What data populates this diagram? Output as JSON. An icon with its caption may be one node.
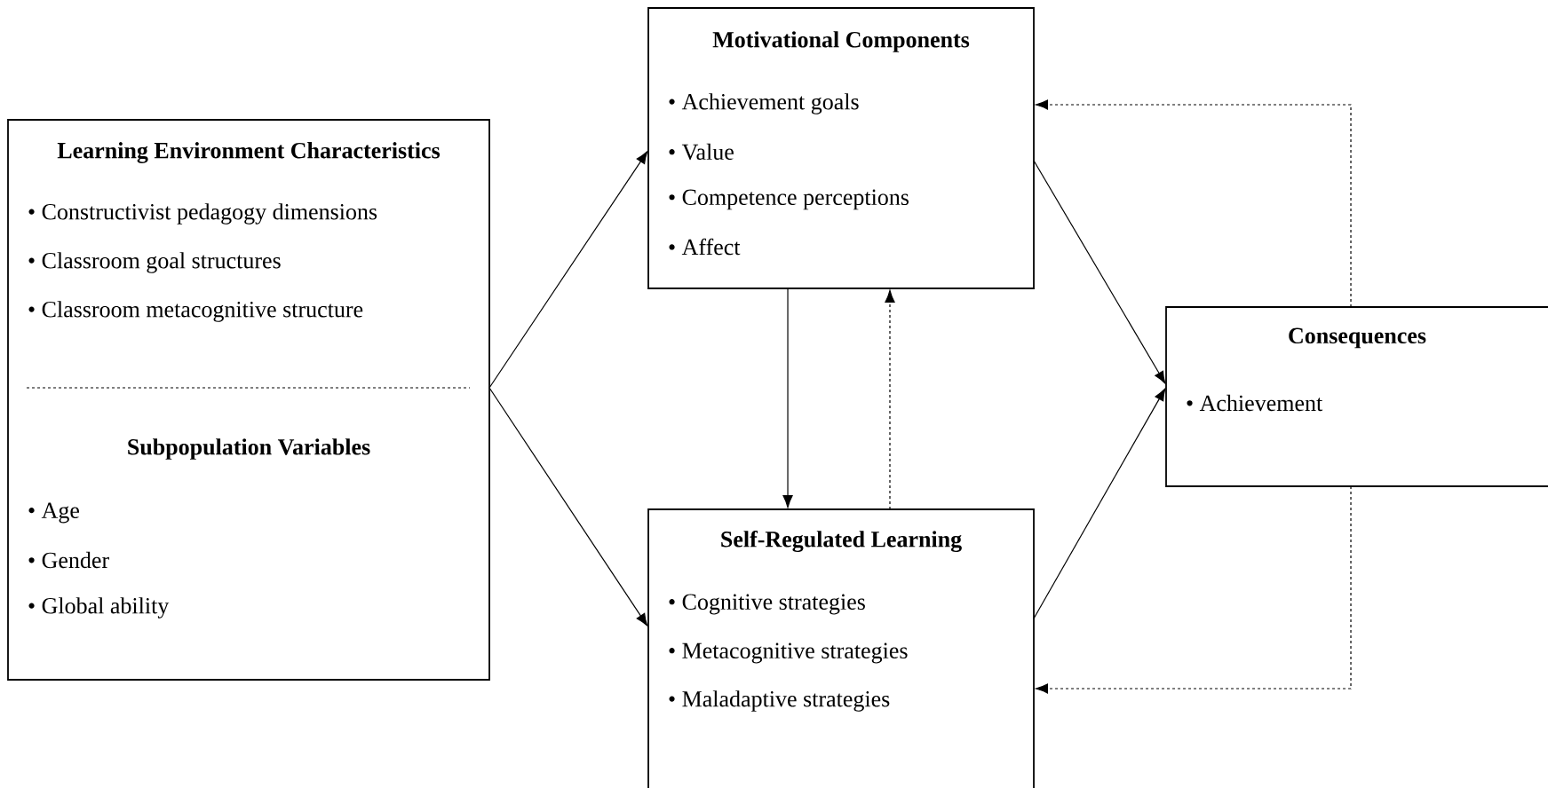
{
  "diagram": {
    "nodes": [
      {
        "text": [
          "Learning Environment Characteristics",
          "• Constructivist pedagogy dimensions",
          "• Classroom goal structures",
          "• Classroom metacognitive structure",
          "Subpopulation Variables",
          "• Age",
          "• Gender",
          "• Global ability"
        ]
      },
      {
        "text": [
          "Motivational Components",
          "• Achievement goals",
          "• Value",
          "• Competence perceptions",
          "• Affect"
        ]
      },
      {
        "text": [
          "Self-Regulated Learning",
          "• Cognitive strategies",
          "• Metacognitive strategies",
          "• Maladaptive strategies"
        ]
      },
      {
        "text": [
          "Consequences",
          "• Achievement"
        ]
      }
    ],
    "edges": [
      {
        "from": 0,
        "to": 1,
        "arrow": "to"
      },
      {
        "from": 0,
        "to": 2,
        "arrow": "to"
      },
      {
        "from": 1,
        "to": 2,
        "arrow": "to"
      },
      {
        "from": 2,
        "to": 1,
        "arrow": "to",
        "style": "dashed"
      },
      {
        "from": 1,
        "to": 3,
        "arrow": "to"
      },
      {
        "from": 2,
        "to": 3,
        "arrow": "to"
      },
      {
        "from": 3,
        "to": 1,
        "arrow": "to",
        "style": "dashed"
      },
      {
        "from": 3,
        "to": 2,
        "arrow": "to",
        "style": "dashed"
      }
    ]
  }
}
